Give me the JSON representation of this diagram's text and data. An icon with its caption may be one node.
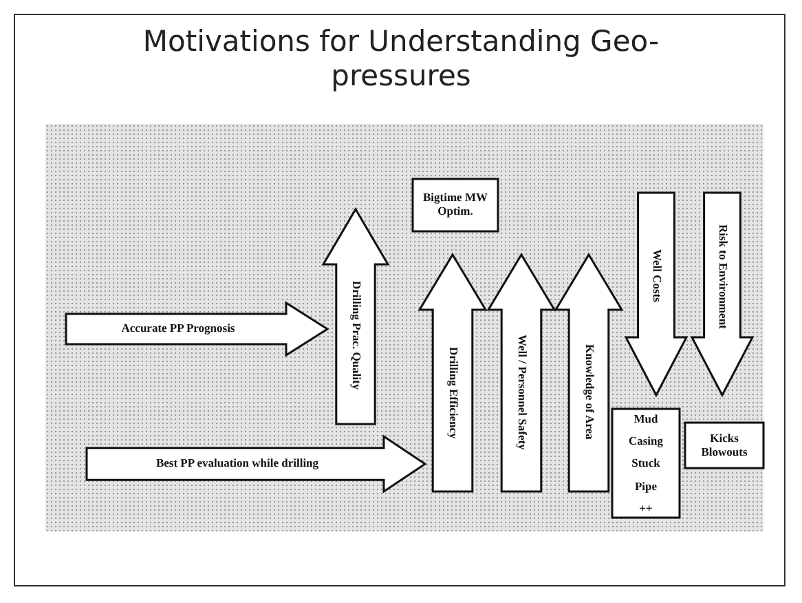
{
  "diagram": {
    "title": "Motivations for Understanding Geo-pressures",
    "nodes": [
      {
        "text": [
          "Accurate PP Prognosis"
        ]
      },
      {
        "text": [
          "Best PP evaluation while drilling"
        ]
      },
      {
        "text": [
          "Drilling Prac. Quality"
        ]
      },
      {
        "text": [
          "Bigtime MW Optim."
        ]
      },
      {
        "text": [
          "Drilling Efficiency"
        ]
      },
      {
        "text": [
          "Well / Personnel Safety"
        ]
      },
      {
        "text": [
          "Knowledge of Area"
        ]
      },
      {
        "text": [
          "Well Costs"
        ]
      },
      {
        "text": [
          "Risk to Environment"
        ]
      },
      {
        "text": [
          "Mud Casing Stuck Pipe ++"
        ]
      },
      {
        "text": [
          "Kicks Blowouts"
        ]
      }
    ]
  }
}
